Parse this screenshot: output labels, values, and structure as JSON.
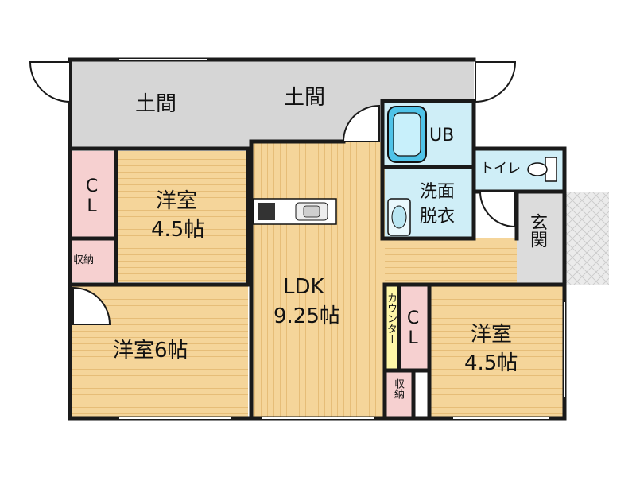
{
  "colors": {
    "wall": "#1a1a1a",
    "wood": "#f5d59a",
    "wood_line": "#e8bf78",
    "doma": "#d6d6d6",
    "closet": "#f6d0d0",
    "wet": "#cfeef7",
    "tile": "#dcdcdc",
    "counter": "#fff7a8"
  },
  "rooms": {
    "doma_left": "土間",
    "doma_right": "土間",
    "ub": "UB",
    "toilet": "トイレ",
    "wash_line1": "洗面",
    "wash_line2": "脱衣",
    "entrance": "玄関",
    "cl_left": "CL",
    "storage_left": "収納",
    "west_top_line1": "洋室",
    "west_top_line2": "4.5帖",
    "west_bottom": "洋室6帖",
    "ldk_line1": "LDK",
    "ldk_line2": "9.25帖",
    "counter": "カウンター",
    "cl_right": "CL",
    "storage_right": "収納",
    "east_line1": "洋室",
    "east_line2": "4.5帖"
  }
}
